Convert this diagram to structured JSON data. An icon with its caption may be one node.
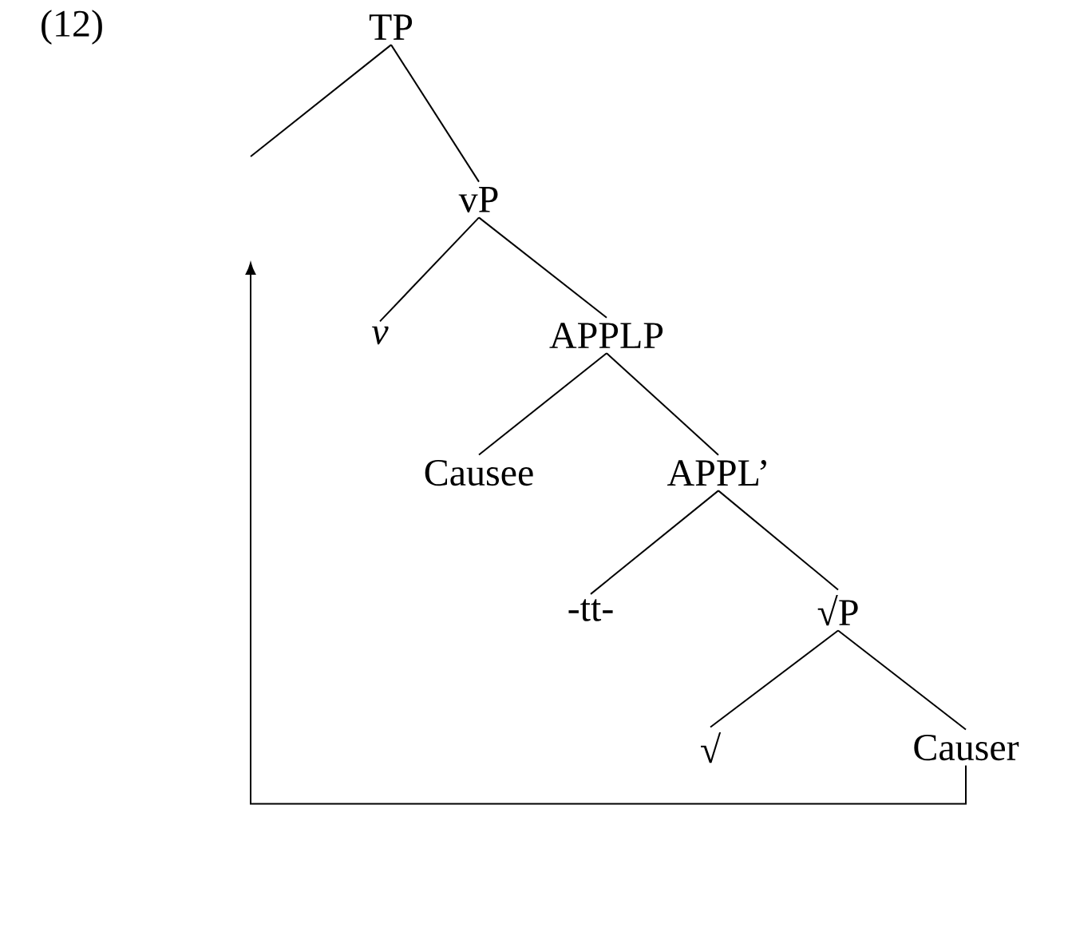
{
  "diagram": {
    "nodes": [
      {
        "text": [
          "TP"
        ]
      },
      {
        "text": [
          "vP"
        ]
      },
      {
        "text": [
          "v"
        ]
      },
      {
        "text": [
          "APPLP"
        ]
      },
      {
        "text": [
          "Causee"
        ]
      },
      {
        "text": [
          "APPL’"
        ]
      },
      {
        "text": [
          "-tt-"
        ]
      },
      {
        "text": [
          "√P"
        ]
      },
      {
        "text": [
          "√"
        ]
      },
      {
        "text": [
          "Causer"
        ]
      }
    ],
    "edges": [
      {
        "from": 0,
        "to": null,
        "arrow": "none"
      },
      {
        "from": 0,
        "to": 1,
        "arrow": "none"
      },
      {
        "from": 1,
        "to": 2,
        "arrow": "none"
      },
      {
        "from": 1,
        "to": 3,
        "arrow": "none"
      },
      {
        "from": 3,
        "to": 4,
        "arrow": "none"
      },
      {
        "from": 3,
        "to": 5,
        "arrow": "none"
      },
      {
        "from": 5,
        "to": 6,
        "arrow": "none"
      },
      {
        "from": 5,
        "to": 7,
        "arrow": "none"
      },
      {
        "from": 7,
        "to": 8,
        "arrow": "none"
      },
      {
        "from": 7,
        "to": 9,
        "arrow": "none"
      },
      {
        "from": 9,
        "to": null,
        "arrow": "to"
      }
    ],
    "labels": [
      "(12)"
    ]
  }
}
